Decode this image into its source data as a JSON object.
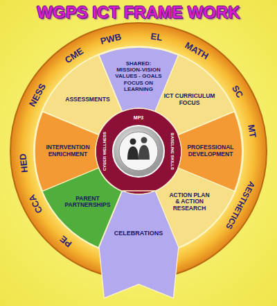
{
  "diagram": {
    "title": "WGPS ICT FRAME WORK",
    "nodes": [
      {
        "text": [
          "SHARED:",
          "MISSION-VISION VALUES - GOALS FOCUS ON LEARNING"
        ]
      },
      {
        "text": [
          "ASSESSMENTS"
        ]
      },
      {
        "text": [
          "ICT CURRICULUM FOCUS"
        ]
      },
      {
        "text": [
          "INTERVENTION ENRICHMENT"
        ]
      },
      {
        "text": [
          "PROFESSIONAL DEVELOPMENT"
        ]
      },
      {
        "text": [
          "PARENT PARTNERSHIPS"
        ]
      },
      {
        "text": [
          "ACTION PLAN & ACTION RESEARCH"
        ]
      },
      {
        "text": [
          "CELEBRATIONS"
        ]
      }
    ],
    "labels": [
      "PE",
      "CCA",
      "HED",
      "NESS",
      "CME",
      "PWB",
      "EL",
      "MATH",
      "SC",
      "MT",
      "AESTHETICS",
      "MP3",
      "BASELINE SKILLS",
      "CYBER WELLNESS"
    ]
  }
}
